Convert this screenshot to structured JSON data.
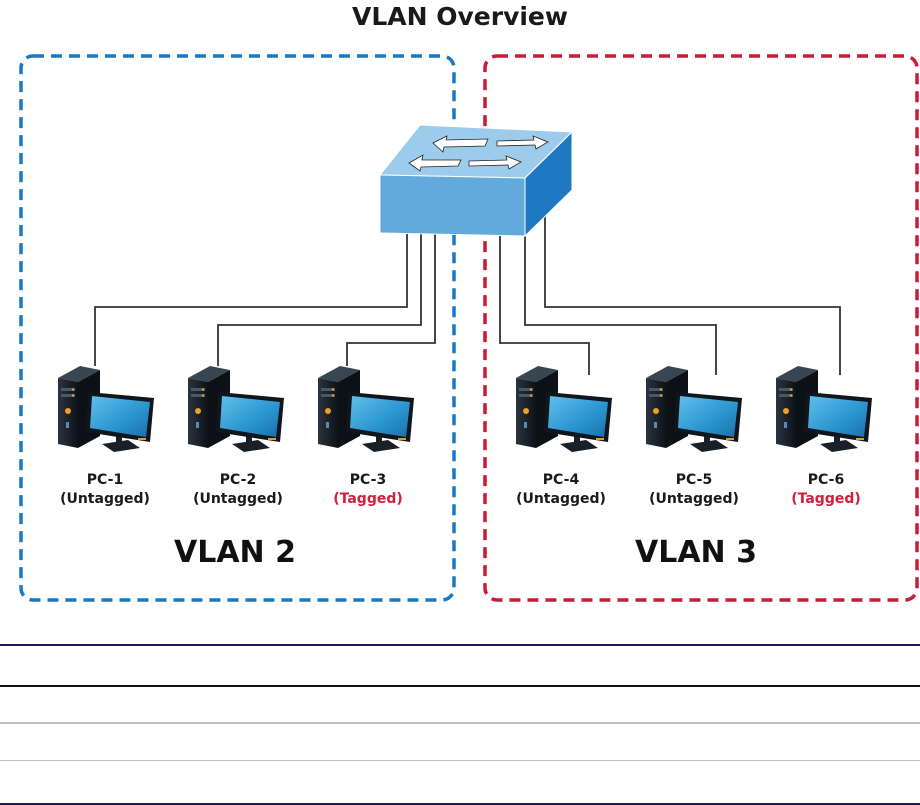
{
  "title": "VLAN Overview",
  "colors": {
    "vlan2_border": "#1a78c2",
    "vlan3_border": "#cc1a36",
    "tagged_text": "#d0203a",
    "switch_top": "#9dcbec",
    "switch_front": "#62aadb",
    "switch_side": "#1f78c1",
    "cable": "#333333"
  },
  "switch": {
    "icon": "network-switch-icon"
  },
  "vlans": [
    {
      "name": "VLAN 2",
      "pcs": [
        {
          "name": "PC-1",
          "mode": "(Untagged)",
          "tagged": false
        },
        {
          "name": "PC-2",
          "mode": "(Untagged)",
          "tagged": false
        },
        {
          "name": "PC-3",
          "mode": "(Tagged)",
          "tagged": true
        }
      ]
    },
    {
      "name": "VLAN 3",
      "pcs": [
        {
          "name": "PC-4",
          "mode": "(Untagged)",
          "tagged": false
        },
        {
          "name": "PC-5",
          "mode": "(Untagged)",
          "tagged": false
        },
        {
          "name": "PC-6",
          "mode": "(Tagged)",
          "tagged": true
        }
      ]
    }
  ]
}
